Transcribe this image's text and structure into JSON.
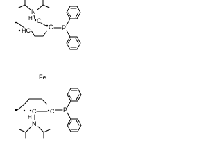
{
  "molecule": {
    "top_unit": {
      "nitrogen": "N",
      "hydrogen": "H",
      "ring_carbon_left": "HC",
      "ring_carbon_mid": "C",
      "ring_carbon_right": "C",
      "phosphorus": "P"
    },
    "metal": "Fe",
    "bottom_unit": {
      "nitrogen": "N",
      "hydrogen": "H",
      "ring_carbon_left": "C",
      "ring_carbon_right": "C",
      "phosphorus": "P"
    }
  }
}
